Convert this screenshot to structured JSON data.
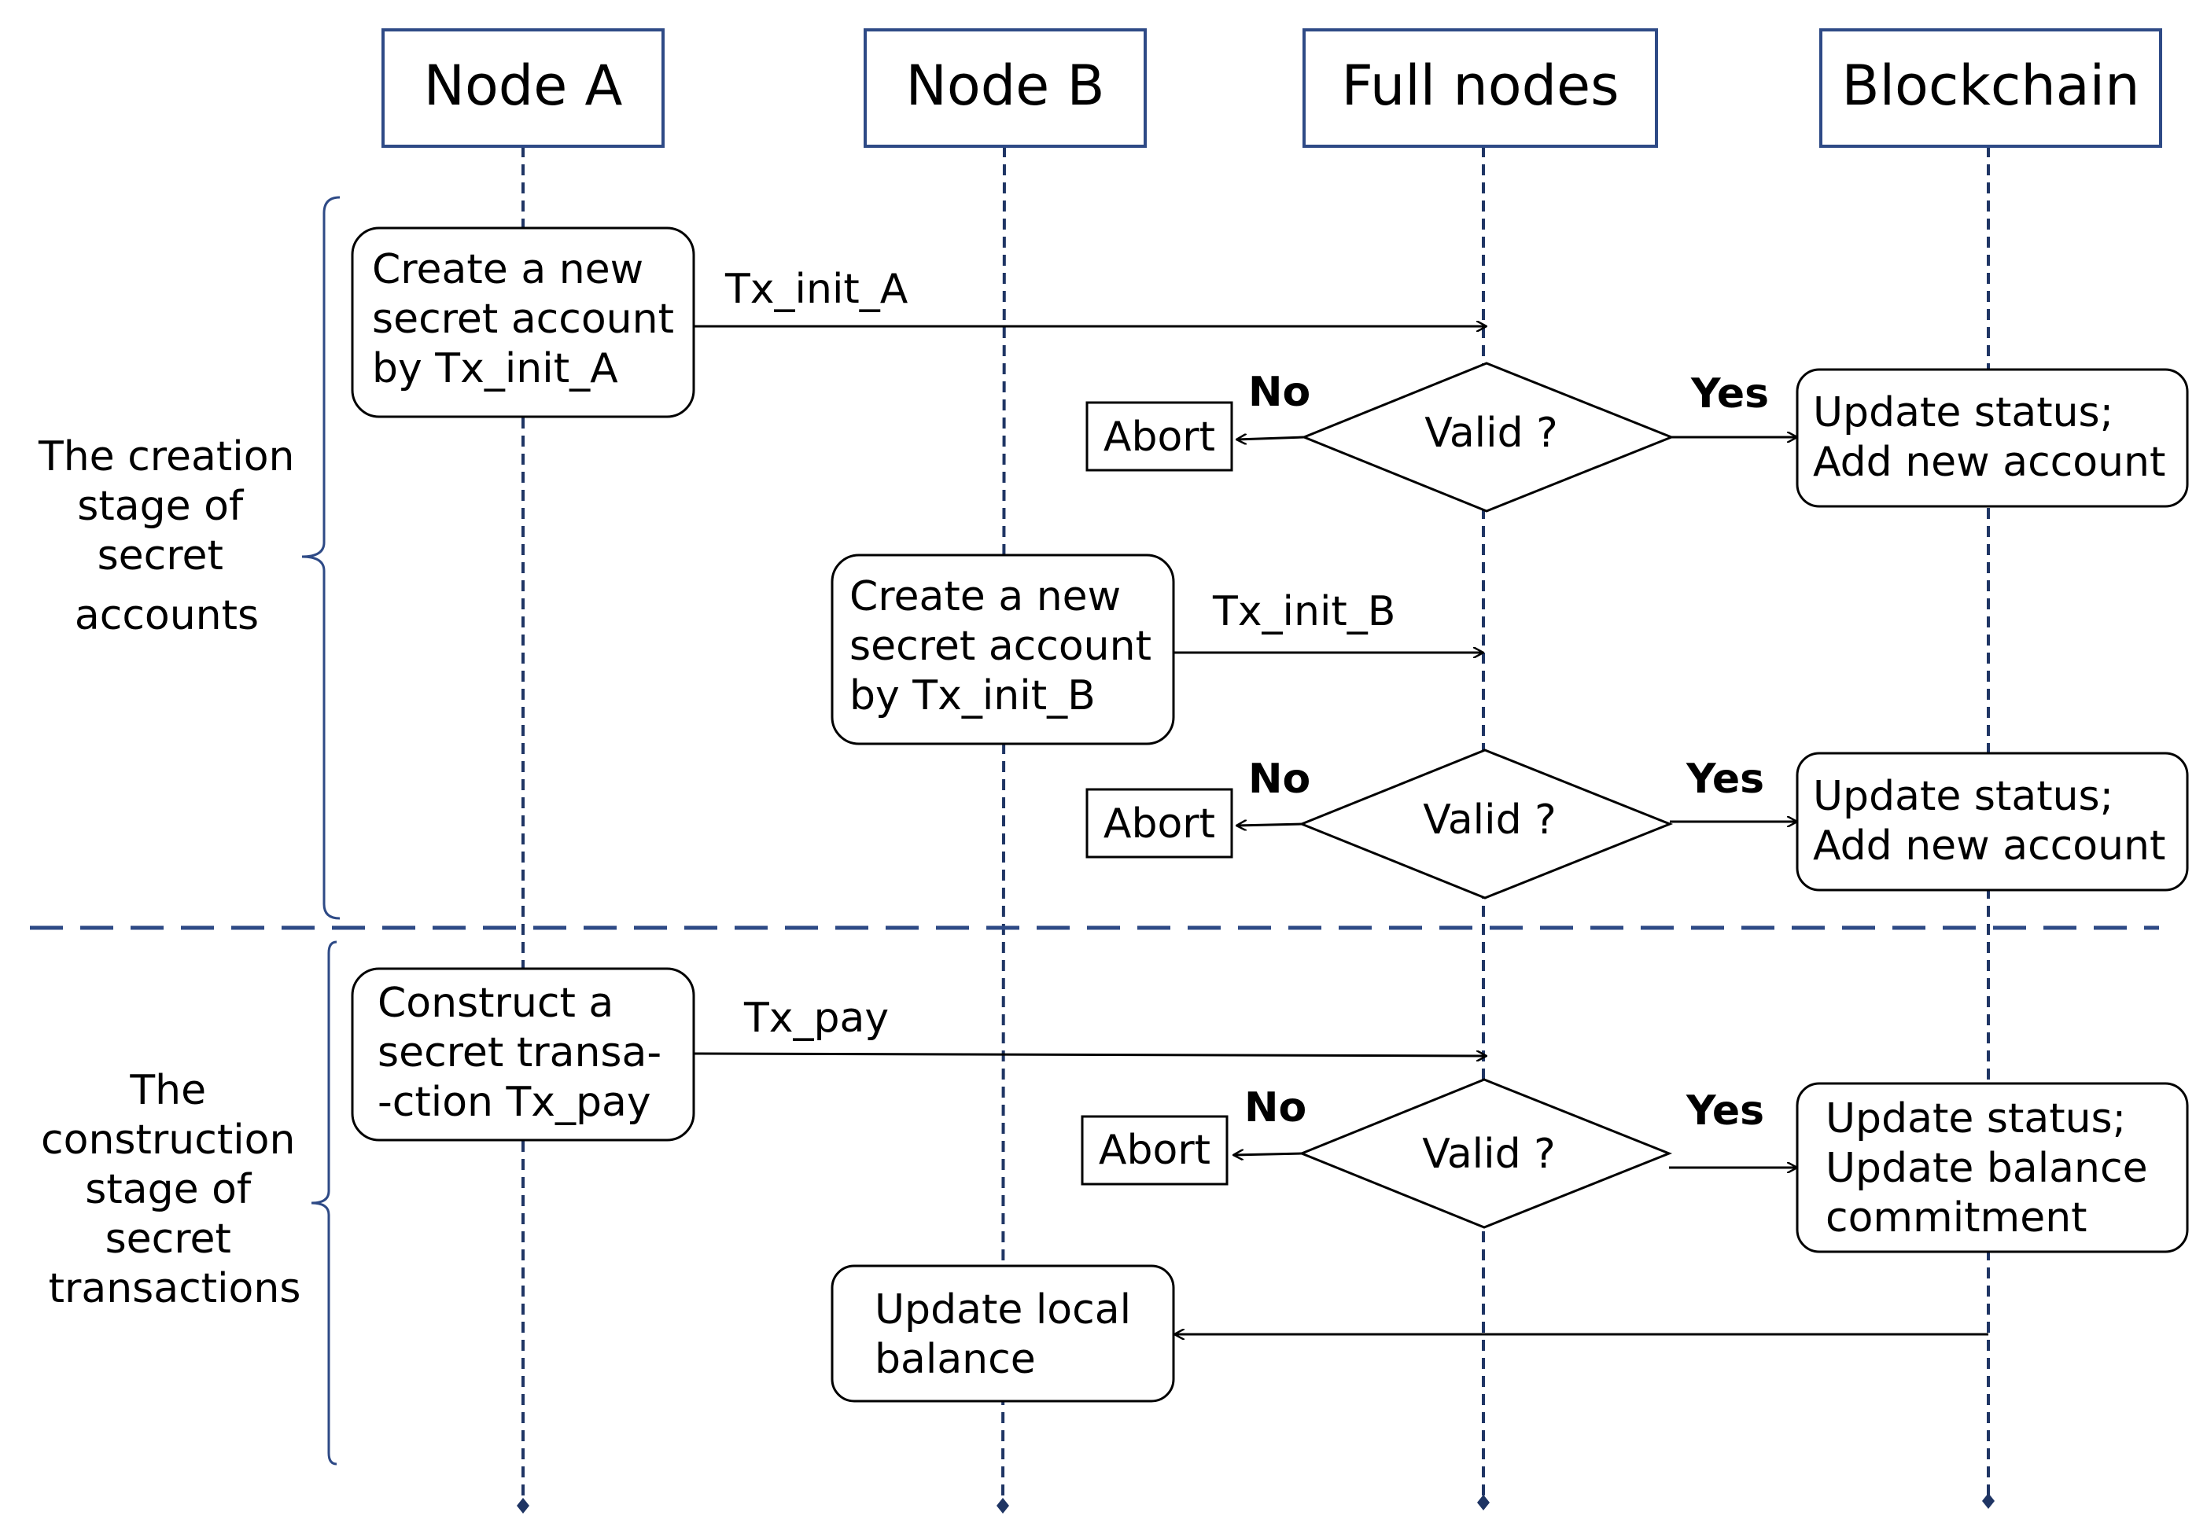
{
  "lanes": {
    "node_a": "Node A",
    "node_b": "Node B",
    "full_nodes": "Full nodes",
    "blockchain": "Blockchain"
  },
  "stages": {
    "creation": [
      "The creation",
      "stage of",
      "secret",
      "accounts"
    ],
    "construction": [
      "The",
      "construction",
      "stage of",
      "secret",
      "transactions"
    ]
  },
  "flow1": {
    "box": [
      "Create a new",
      "secret account",
      "by Tx_init_A"
    ],
    "tx": "Tx_init_A",
    "decision": "Valid ?",
    "no": "No",
    "yes": "Yes",
    "abort": "Abort",
    "result": [
      "Update status;",
      "Add new account"
    ]
  },
  "flow2": {
    "box": [
      "Create a new",
      "secret account",
      "by Tx_init_B"
    ],
    "tx": "Tx_init_B",
    "decision": "Valid ?",
    "no": "No",
    "yes": "Yes",
    "abort": "Abort",
    "result": [
      "Update status;",
      "Add new account"
    ]
  },
  "flow3": {
    "box": [
      "Construct a",
      "secret transa-",
      "-ction Tx_pay"
    ],
    "tx": "Tx_pay",
    "decision": "Valid ?",
    "no": "No",
    "yes": "Yes",
    "abort": "Abort",
    "result": [
      "Update status;",
      "Update balance",
      "commitment"
    ]
  },
  "local_update": [
    "Update local",
    "balance"
  ],
  "colors": {
    "header_border": "#2e4a86",
    "lifeline": "#1f3564",
    "divider": "#2e4a86",
    "brace": "#2e4a86",
    "stroke": "#000000"
  }
}
